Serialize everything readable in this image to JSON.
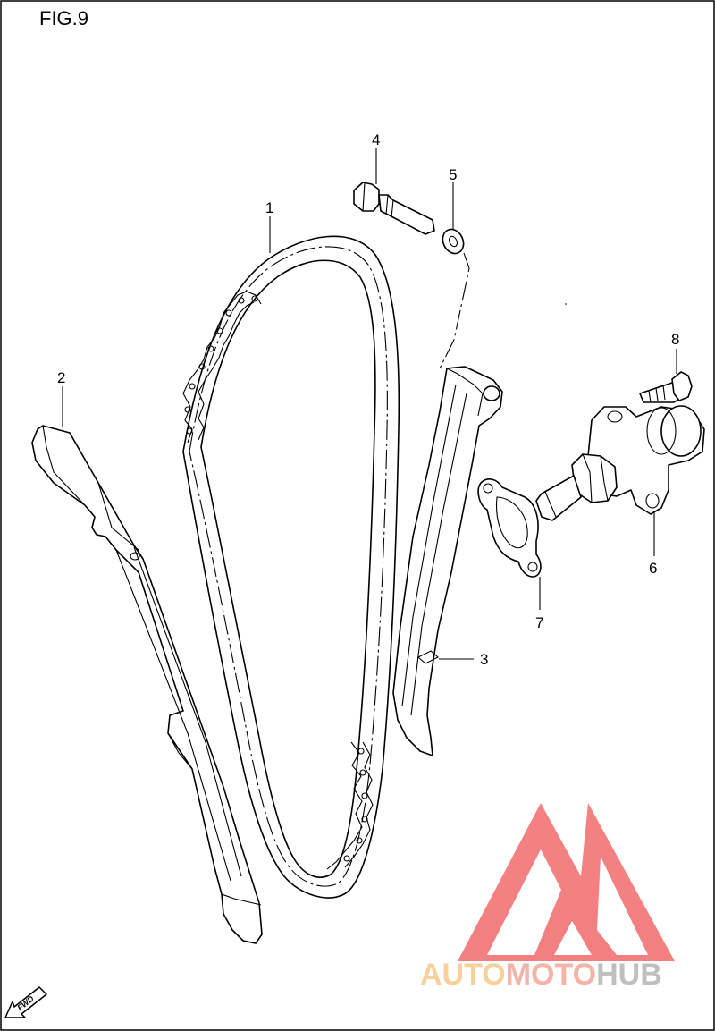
{
  "figure": {
    "title": "FIG.9",
    "callouts": [
      "1",
      "2",
      "3",
      "4",
      "5",
      "6",
      "7",
      "8"
    ],
    "fwd_label": "FWD"
  },
  "watermark": {
    "text_1": "AUTO",
    "text_2": "MOTO",
    "text_3": "HUB",
    "color_auto": "#f5c98a",
    "color_moto": "#f4a79a",
    "color_hub": "#b5b5b5",
    "logo_color": "#f26b6b"
  }
}
